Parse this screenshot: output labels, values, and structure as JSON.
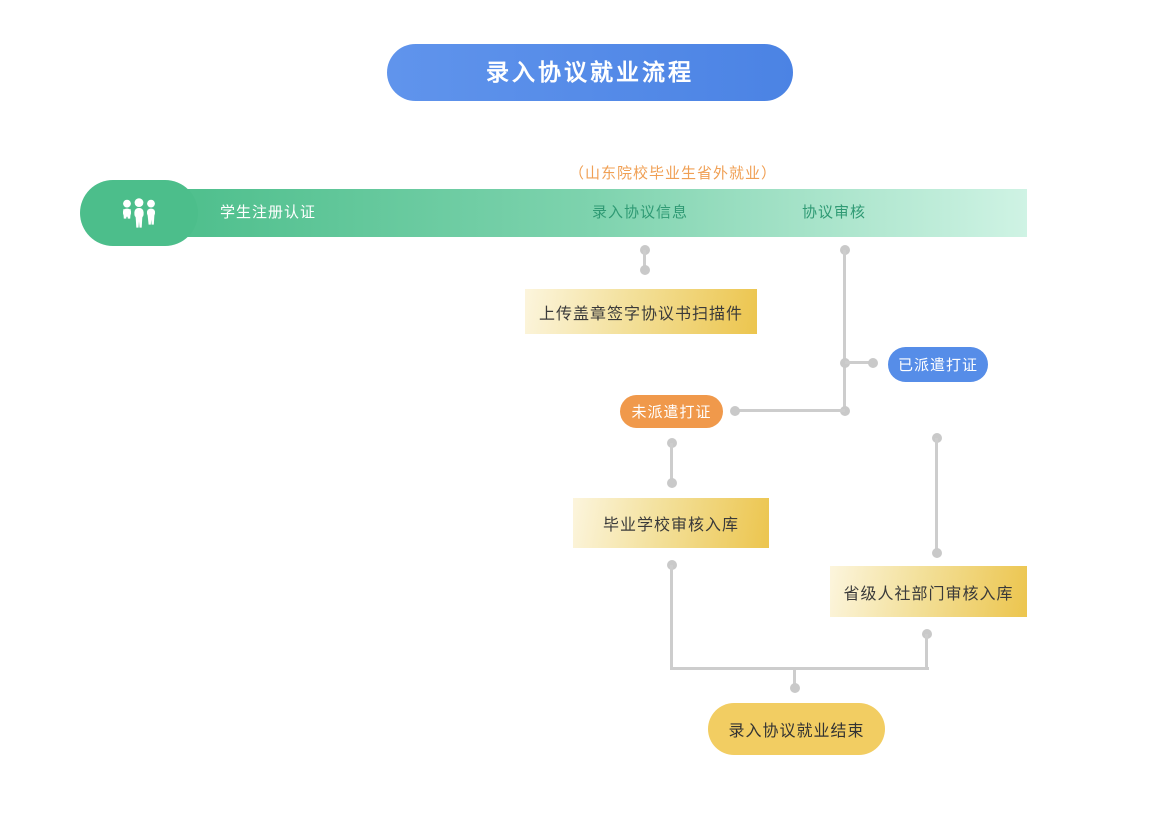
{
  "title": "录入协议就业流程",
  "subtitle": "（山东院校毕业生省外就业）",
  "bar": {
    "icon": "group-icon",
    "steps": [
      {
        "label": "学生注册认证"
      },
      {
        "label": "录入协议信息"
      },
      {
        "label": "协议审核"
      }
    ]
  },
  "nodes": {
    "upload_box": "上传盖章签字协议书扫描件",
    "dispatched_pill": "已派遣打证",
    "not_dispatched_pill": "未派遣打证",
    "school_box": "毕业学校审核入库",
    "province_box": "省级人社部门审核入库",
    "end_pill": "录入协议就业结束"
  },
  "colors": {
    "title_blue_start": "#6094ec",
    "title_blue_end": "#4b83e4",
    "bar_green_start": "#4cbe8b",
    "bar_green_end": "#cff3e4",
    "bar_label_green": "#2f9a74",
    "subtitle_orange": "#f0a055",
    "blue_pill": "#568de8",
    "orange_pill": "#f0994b",
    "box_gradient_light": "#fcf5dd",
    "box_gradient_gold": "#ecc54e",
    "end_pill_yellow": "#f2cd62",
    "connector_gray": "#c9c9c9",
    "box_text": "#3a3a3a"
  }
}
